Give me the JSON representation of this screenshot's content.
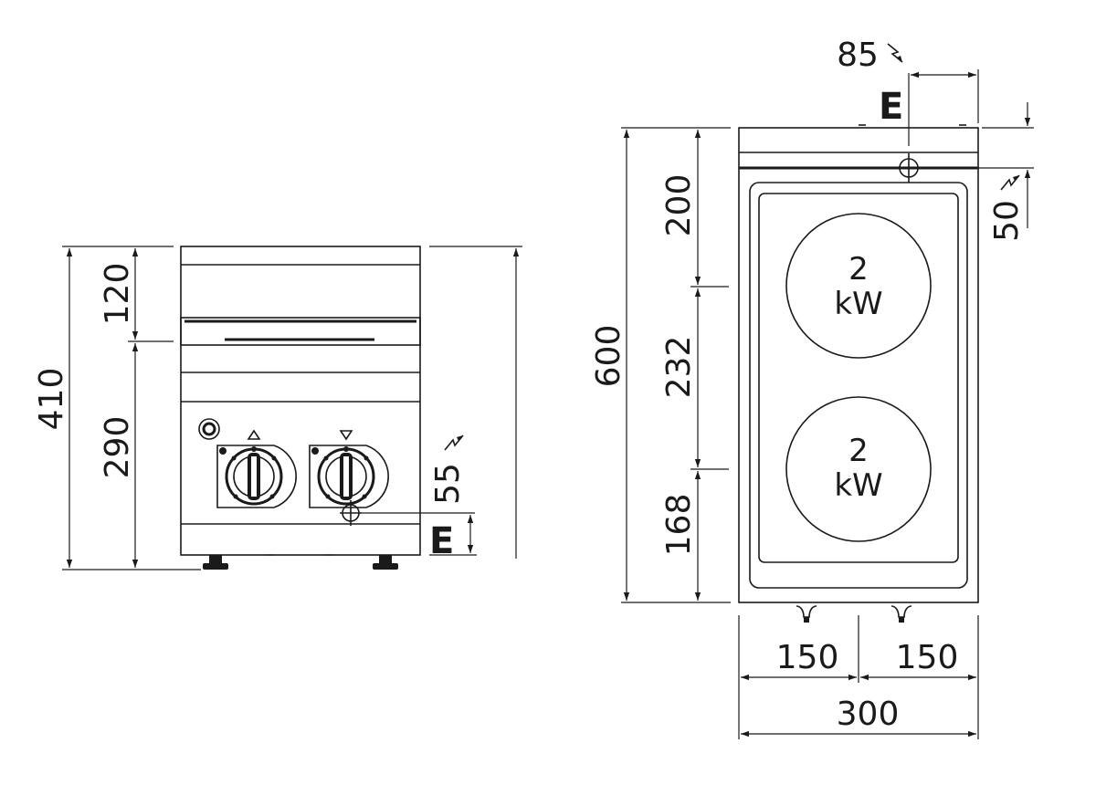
{
  "front_view": {
    "height_total": "410",
    "height_upper": "120",
    "height_lower": "290",
    "connection_height": "55",
    "connection_label": "E"
  },
  "top_view": {
    "connection_offset": "85",
    "connection_label": "E",
    "connection_depth": "50",
    "depth_total": "600",
    "depth_front": "200",
    "depth_middle": "232",
    "depth_rear": "168",
    "hotplates": [
      {
        "power_value": "2",
        "power_unit": "kW"
      },
      {
        "power_value": "2",
        "power_unit": "kW"
      }
    ],
    "width_left": "150",
    "width_right": "150",
    "width_total": "300"
  },
  "icons": [
    "electric-symbol-icon",
    "knob-icon",
    "pilot-light-icon",
    "triangle-up-icon",
    "triangle-down-icon"
  ]
}
